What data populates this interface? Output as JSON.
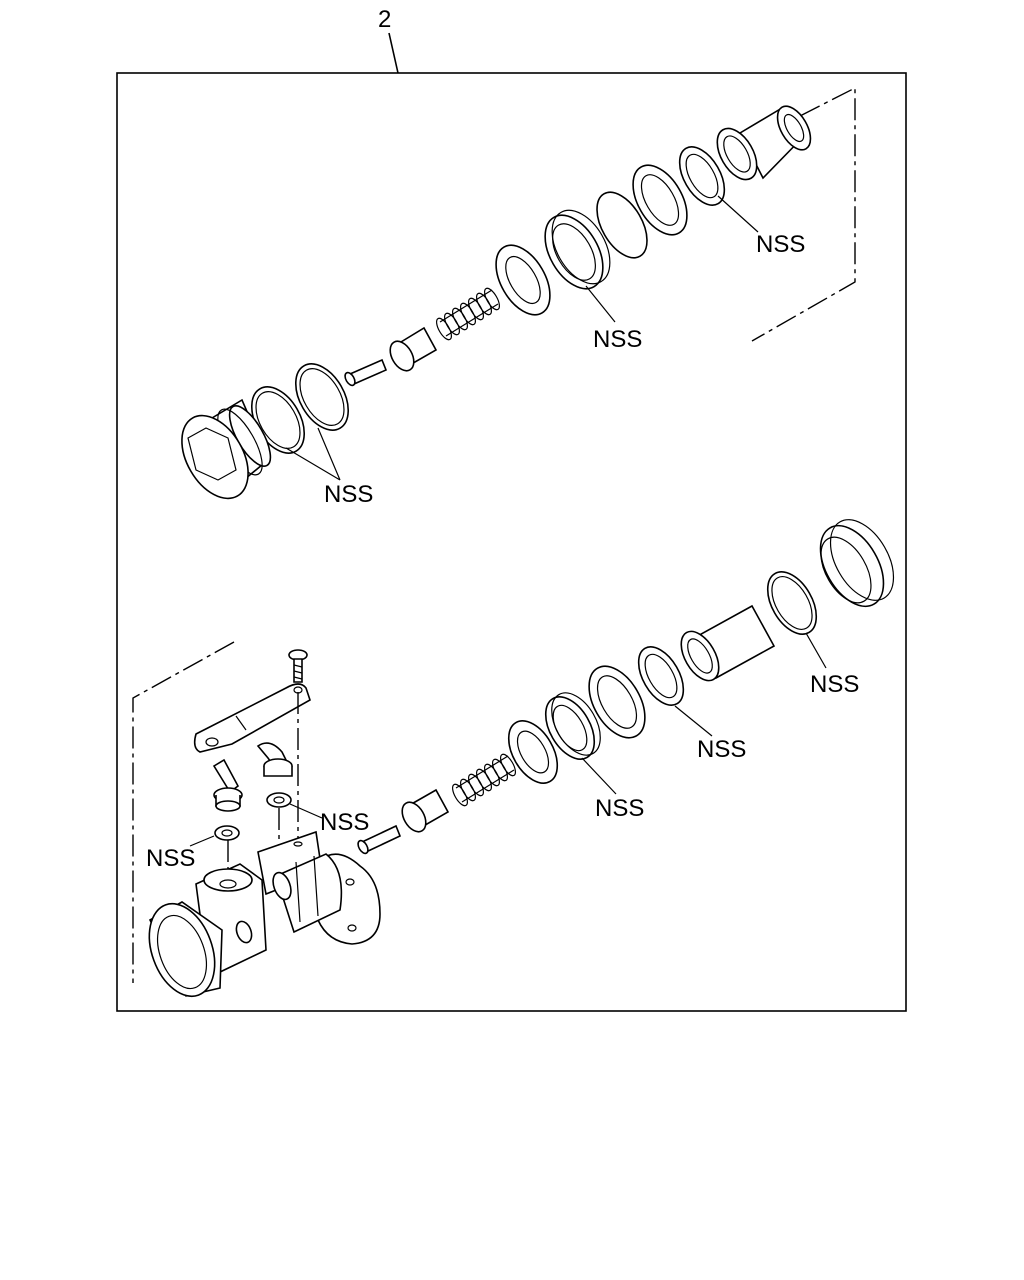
{
  "callout": "2",
  "labels": {
    "upper_seal_right": "NSS",
    "upper_seal_mid": "NSS",
    "upper_orings": "NSS",
    "lower_oring_right": "NSS",
    "lower_seal_mid": "NSS",
    "lower_seal_left": "NSS",
    "lower_fitting_right": "NSS",
    "lower_fitting_left": "NSS"
  }
}
